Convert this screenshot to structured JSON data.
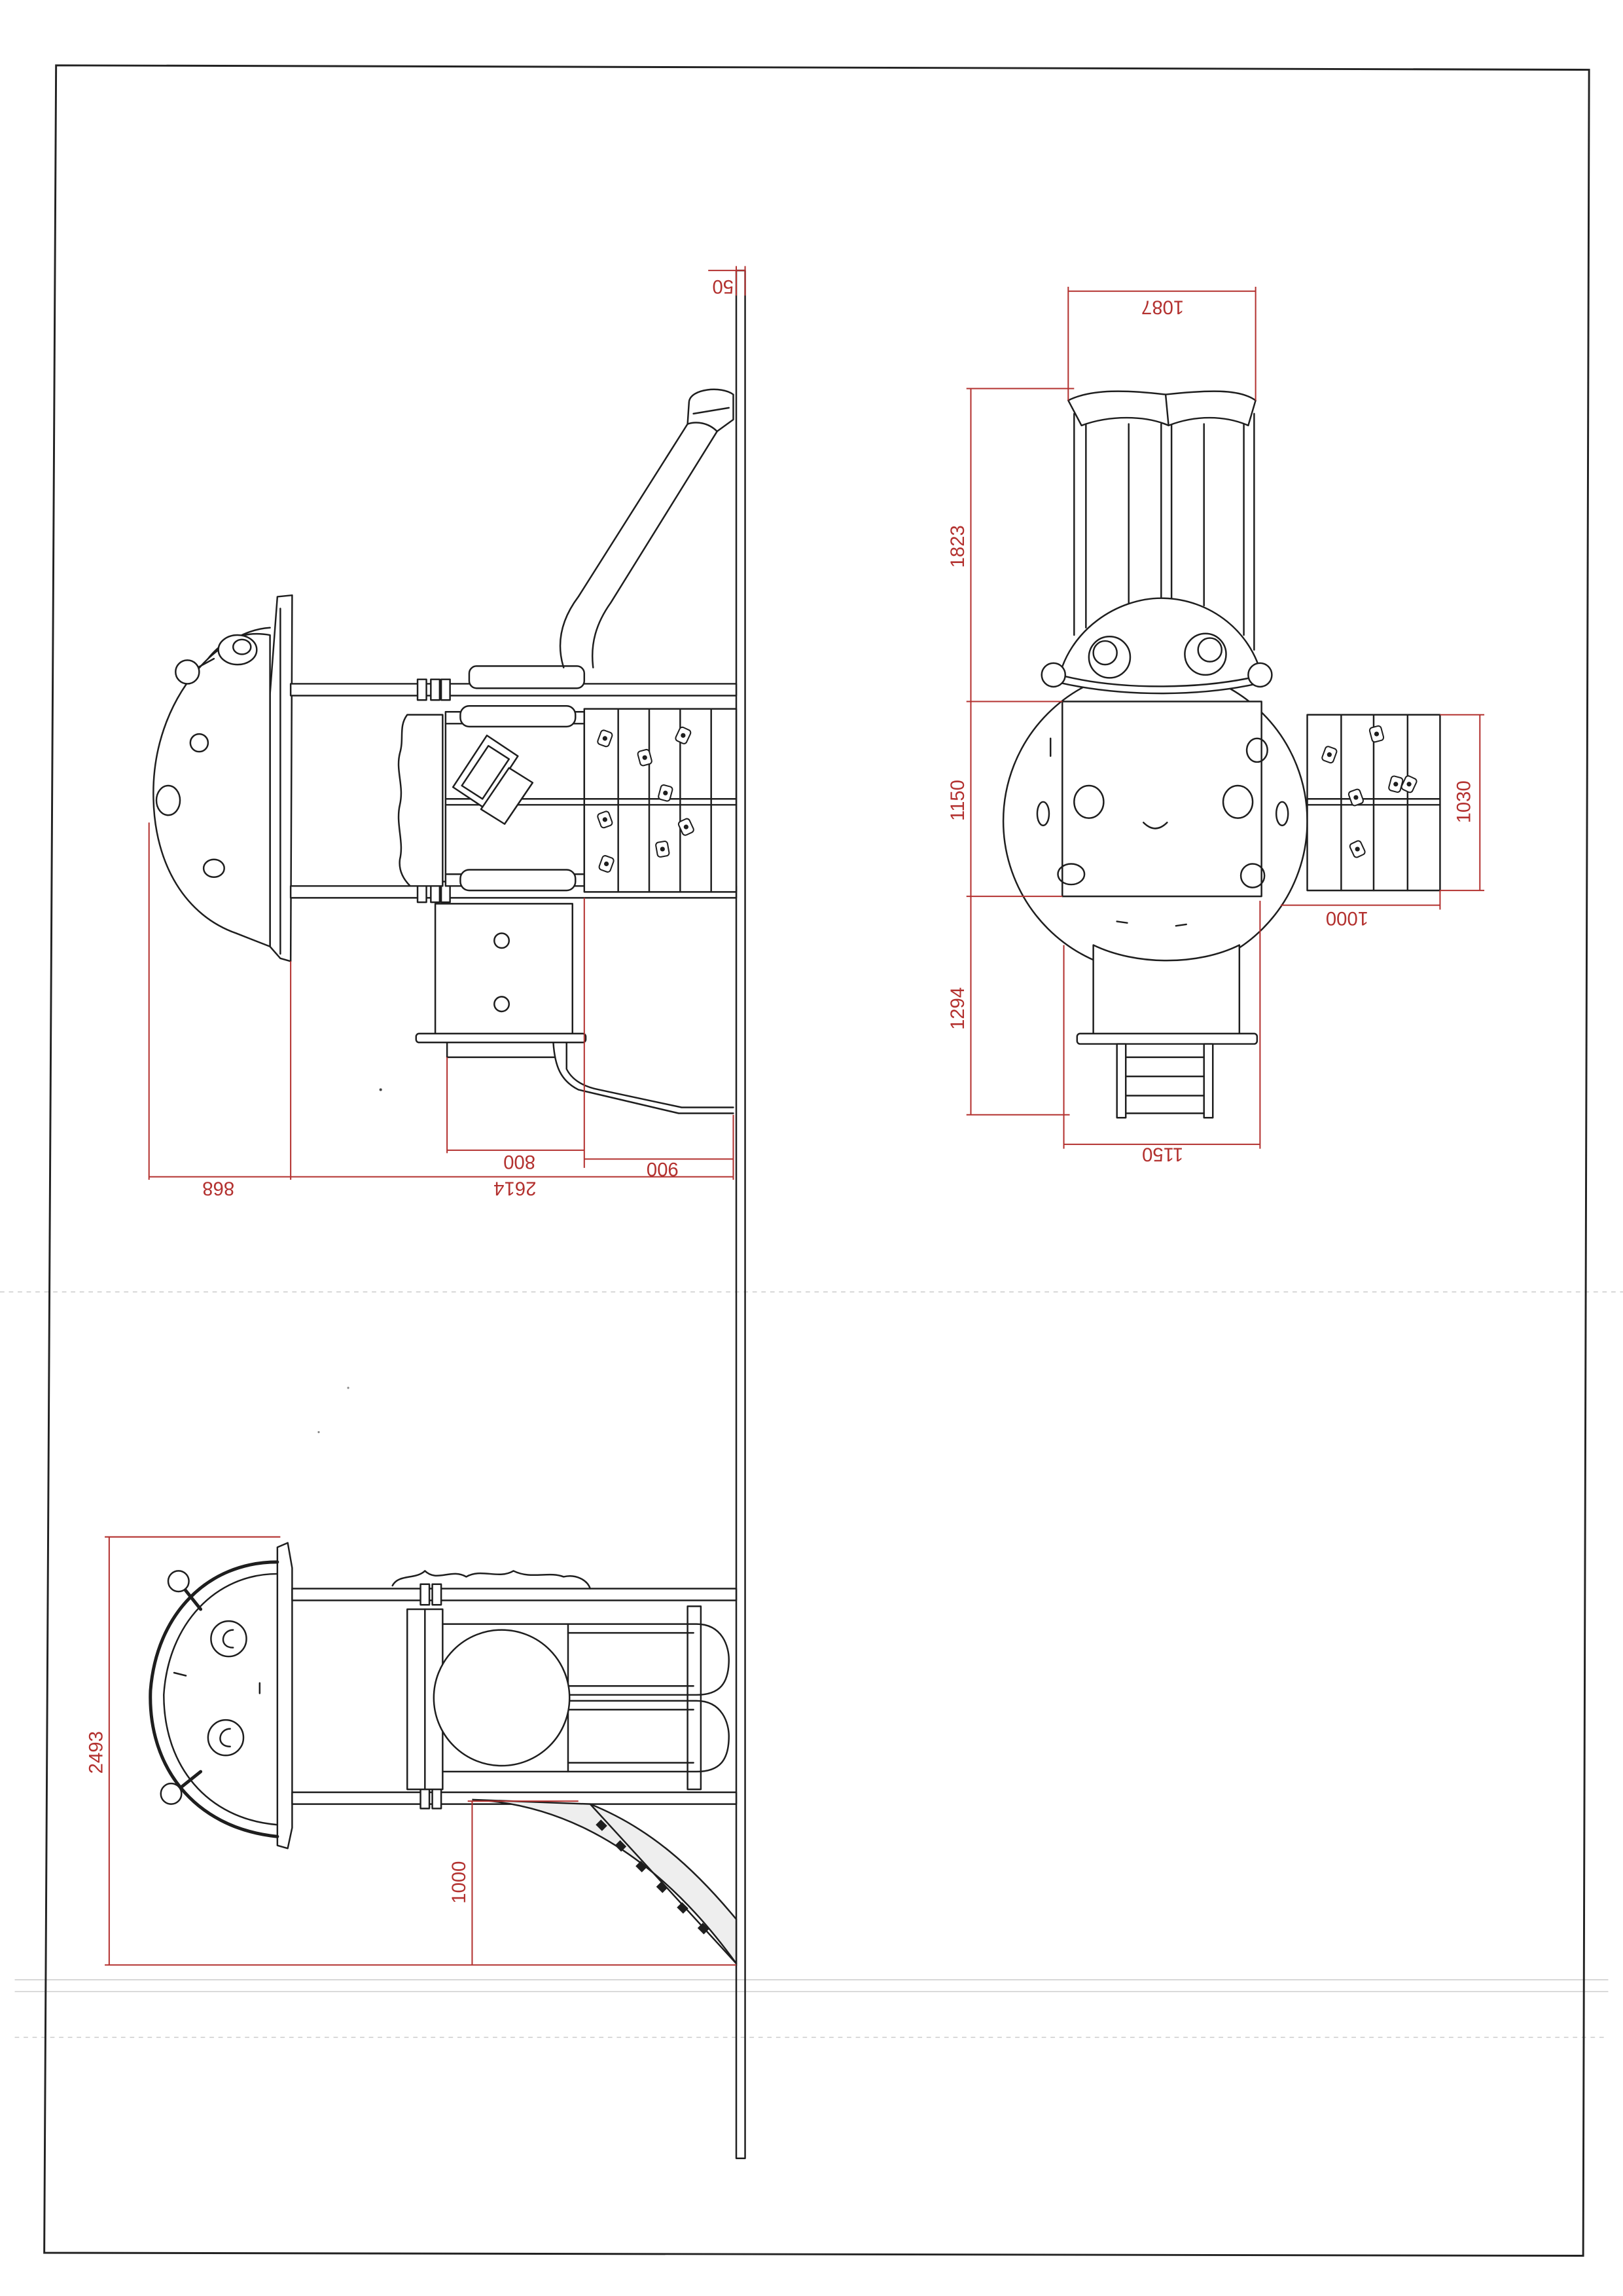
{
  "drawing": {
    "side_view": {
      "dim_top": "50",
      "dim_roof_overhang": "868",
      "dim_total": "2614",
      "dim_slide_exit": "800",
      "dim_slide_run": "900"
    },
    "plan_view": {
      "dim_slide_width": "1087",
      "dim_slide_length": "1823",
      "dim_house_depth": "1150",
      "dim_ladder_length": "1294",
      "dim_ladder_width": "1150",
      "dim_wall_width": "1030",
      "dim_wall_depth": "1000"
    },
    "front_view": {
      "dim_height": "2493",
      "dim_platform_height": "1000"
    }
  },
  "colors": {
    "dimension": "#b3312f",
    "line": "#1e1e1e",
    "scan_artifact": "#d4d4d4"
  }
}
